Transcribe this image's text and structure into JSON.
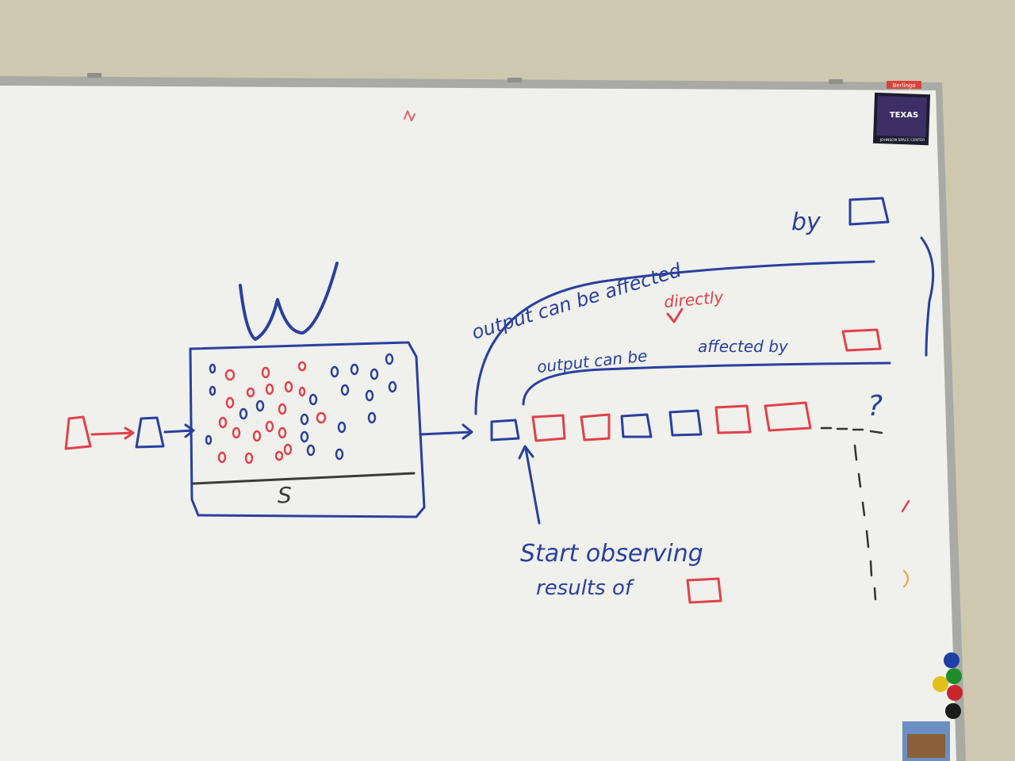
{
  "board": {
    "colors": {
      "wall": "#c9c2aa",
      "board": "#f4f4f1",
      "frame": "#a9aaa6",
      "blue_ink": "#2a3f9e",
      "red_ink": "#e0414a"
    },
    "big_label": "W",
    "box_label": "S",
    "note_output_affected": "output can be affected",
    "note_by_1": "by",
    "note_directly": "directly",
    "note_output_directly": "output can be",
    "note_affected_by": "affected by",
    "note_question": "?",
    "note_start_line1": "Start observing",
    "note_start_line2": "results of",
    "magnet_top_text": "TEXAS",
    "magnet_top_subtext": "JOHNSON SPACE CENTER",
    "marker_tray_brand": "Berlingo"
  }
}
